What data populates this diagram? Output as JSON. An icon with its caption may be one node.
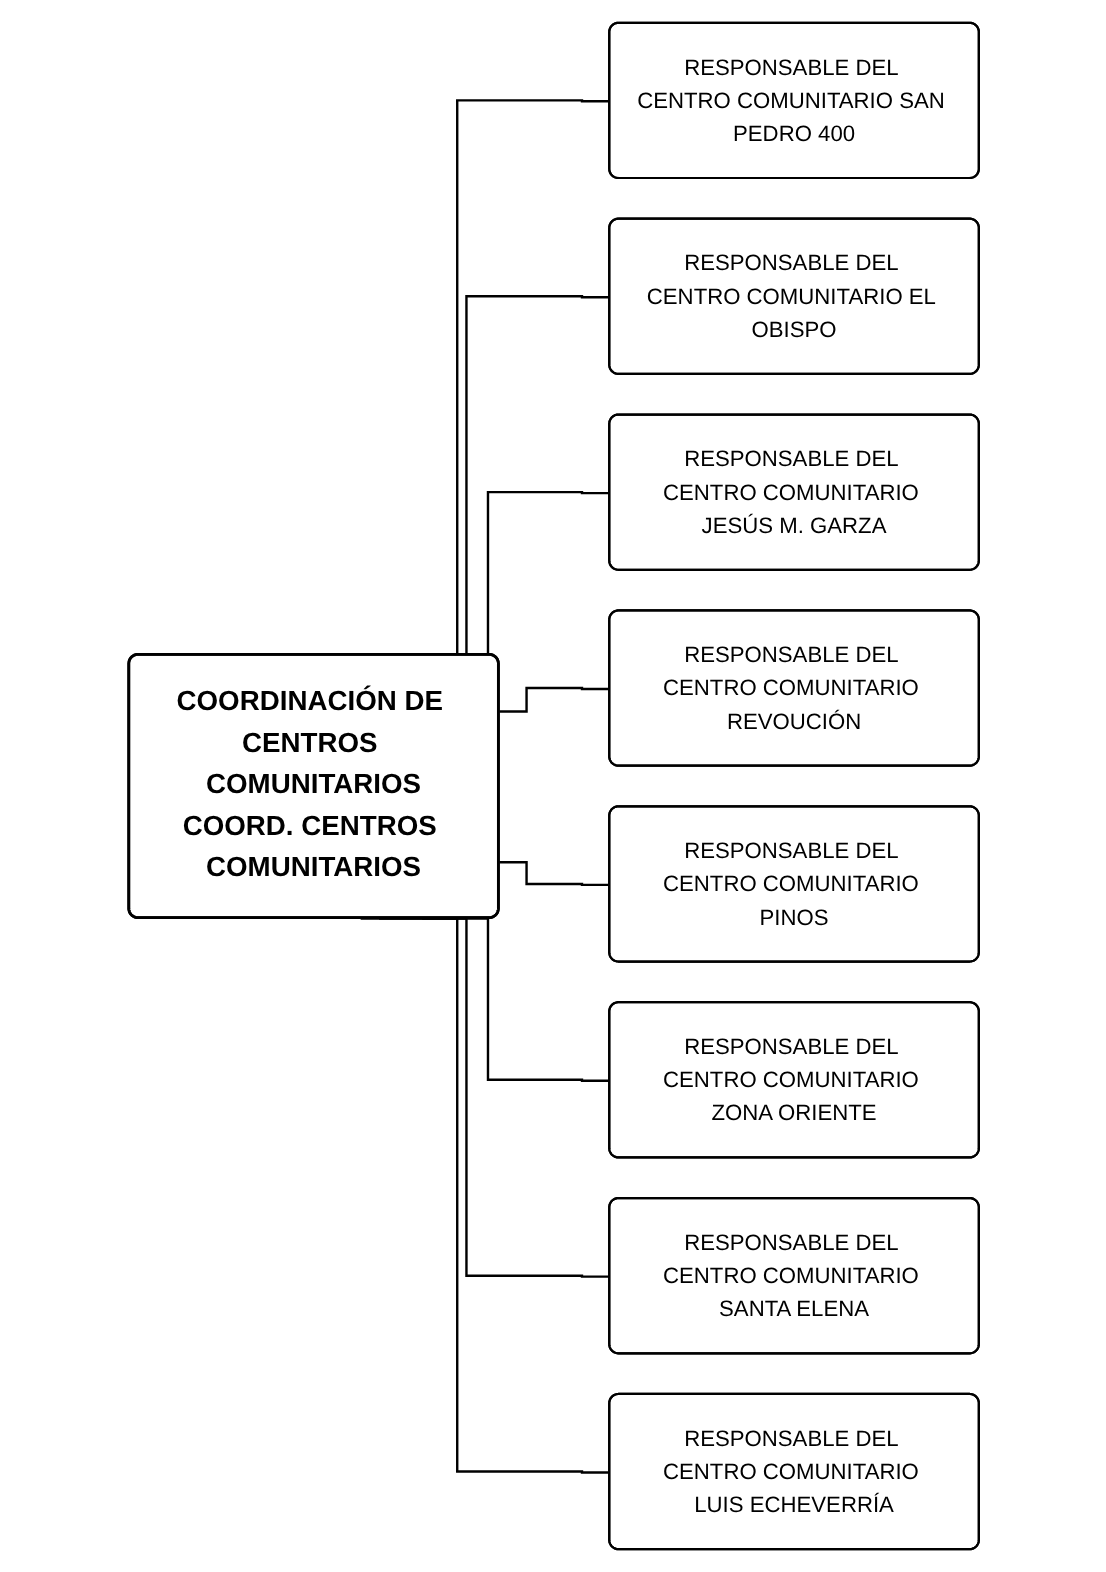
{
  "diagram": {
    "nodes": [
      {
        "text": [
          "COORDINACIÓN DE CENTROS COMUNITARIOS",
          "COORD. CENTROS COMUNITARIOS"
        ]
      },
      {
        "text": [
          "RESPONSABLE DEL CENTRO COMUNITARIO SAN PEDRO 400"
        ]
      },
      {
        "text": [
          "RESPONSABLE DEL CENTRO COMUNITARIO EL OBISPO"
        ]
      },
      {
        "text": [
          "RESPONSABLE DEL CENTRO COMUNITARIO JESÚS M. GARZA"
        ]
      },
      {
        "text": [
          "RESPONSABLE DEL CENTRO COMUNITARIO REVOUCIÓN"
        ]
      },
      {
        "text": [
          "RESPONSABLE DEL CENTRO COMUNITARIO PINOS"
        ]
      },
      {
        "text": [
          "RESPONSABLE DEL CENTRO COMUNITARIO ZONA ORIENTE"
        ]
      },
      {
        "text": [
          "RESPONSABLE DEL CENTRO COMUNITARIO SANTA ELENA"
        ]
      },
      {
        "text": [
          "RESPONSABLE DEL CENTRO COMUNITARIO LUIS ECHEVERRÍA"
        ]
      }
    ],
    "edges": [
      {
        "from": 0,
        "to": 1,
        "arrow": "none"
      },
      {
        "from": 0,
        "to": 2,
        "arrow": "none"
      },
      {
        "from": 0,
        "to": 3,
        "arrow": "none"
      },
      {
        "from": 0,
        "to": 4,
        "arrow": "none"
      },
      {
        "from": 0,
        "to": 5,
        "arrow": "none"
      },
      {
        "from": 0,
        "to": 6,
        "arrow": "none"
      },
      {
        "from": 0,
        "to": 7,
        "arrow": "none"
      },
      {
        "from": 0,
        "to": 8,
        "arrow": "none"
      }
    ]
  }
}
